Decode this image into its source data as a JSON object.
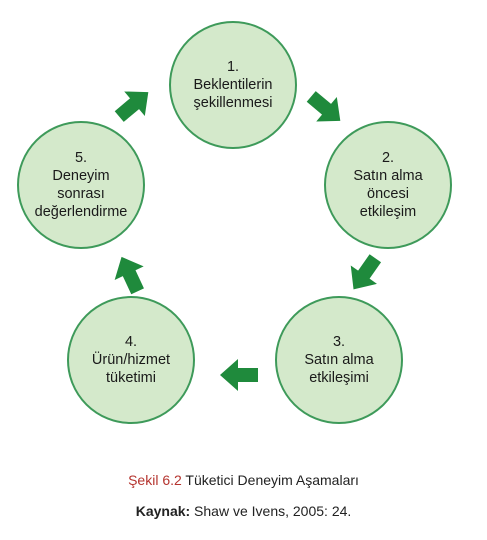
{
  "stages": [
    {
      "lines": [
        "1.",
        "Beklentilerin",
        "şekillenmesi"
      ]
    },
    {
      "lines": [
        "2.",
        "Satın alma",
        "öncesi",
        "etkileşim"
      ]
    },
    {
      "lines": [
        "3.",
        "Satın alma",
        "etkileşimi"
      ]
    },
    {
      "lines": [
        "4.",
        "Ürün/hizmet",
        "tüketimi"
      ]
    },
    {
      "lines": [
        "5.",
        "Deneyim",
        "sonrası",
        "değerlendirme"
      ]
    }
  ],
  "caption": {
    "label": "Şekil 6.2",
    "text": " Tüketici Deneyim Aşamaları"
  },
  "source": {
    "label": "Kaynak:",
    "text": " Shaw ve Ivens, 2005: 24."
  },
  "colors": {
    "circle_fill": "#d4e9cb",
    "circle_stroke": "#3e9a5a",
    "arrow": "#1f8a3c",
    "caption_label": "#b5342f"
  }
}
